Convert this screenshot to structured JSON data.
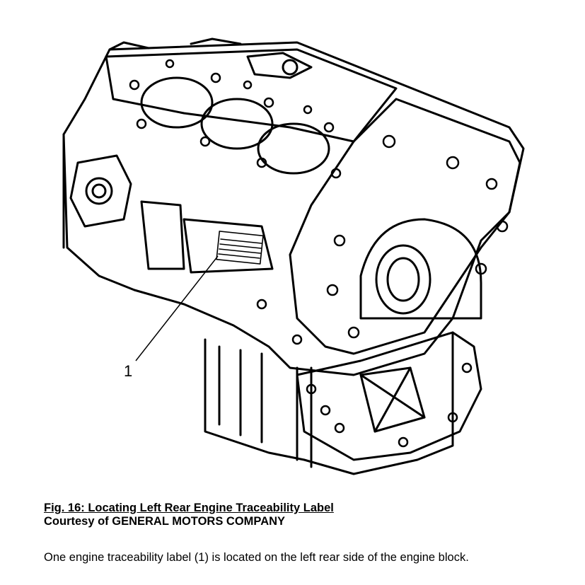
{
  "figure": {
    "callout_number": "1"
  },
  "caption": {
    "title": "Fig. 16: Locating Left Rear Engine Traceability Label",
    "credit": "Courtesy of GENERAL MOTORS COMPANY"
  },
  "body": {
    "text": "One engine traceability label (1) is located on the left rear side of the engine block."
  }
}
